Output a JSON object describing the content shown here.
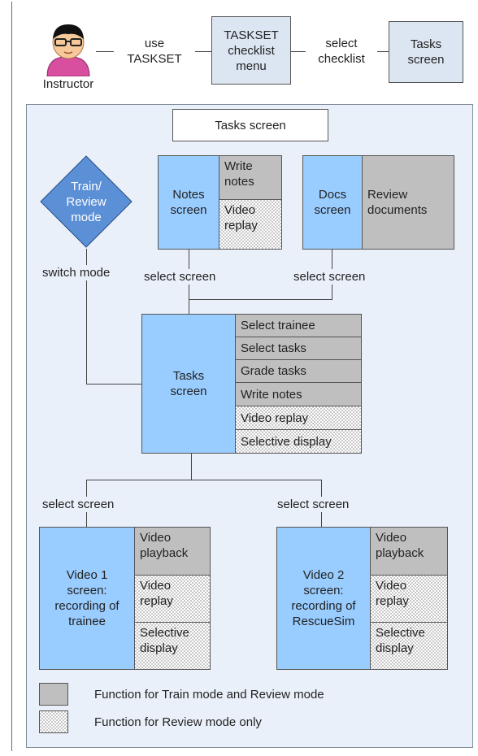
{
  "top": {
    "instructor_label": "Instructor",
    "use_taskset": [
      "use",
      "TASKSET"
    ],
    "checklist_menu": [
      "TASKSET",
      "checklist",
      "menu"
    ],
    "select_checklist": [
      "select",
      "checklist"
    ],
    "tasks_screen": [
      "Tasks",
      "screen"
    ]
  },
  "panel": {
    "title": "Tasks screen",
    "mode": [
      "Train/",
      "Review",
      "mode"
    ],
    "switch_mode": "switch mode",
    "notes_screen": [
      "Notes",
      "screen"
    ],
    "notes_write": [
      "Write",
      "notes"
    ],
    "notes_replay": [
      "Video",
      "replay"
    ],
    "docs_screen": [
      "Docs",
      "screen"
    ],
    "docs_review": [
      "Review",
      "documents"
    ],
    "select_screen_1": "select screen",
    "select_screen_2": "select screen",
    "tasks_main": [
      "Tasks",
      "screen"
    ],
    "tasks_functions": [
      "Select trainee",
      "Select tasks",
      "Grade tasks",
      "Write notes",
      "Video replay",
      "Selective display"
    ],
    "select_screen_3": "select screen",
    "select_screen_4": "select screen",
    "video1": [
      "Video 1",
      "screen:",
      "recording of",
      "trainee"
    ],
    "video2": [
      "Video 2",
      "screen:",
      "recording of",
      "RescueSim"
    ],
    "video_playback": [
      "Video",
      "playback"
    ],
    "video_replay": [
      "Video",
      "replay"
    ],
    "selective_display": [
      "Selective",
      "display"
    ]
  },
  "legend": {
    "train_review": "Function for Train mode and Review mode",
    "review_only": "Function for Review mode only"
  },
  "colors": {
    "screen_blue": "#99ccff",
    "train_review_gray": "#bfbfbf",
    "review_only_hatch": "#c8c8c8",
    "mode_diamond": "#5b8fd6",
    "panel_bg": "#eaf0f9"
  }
}
